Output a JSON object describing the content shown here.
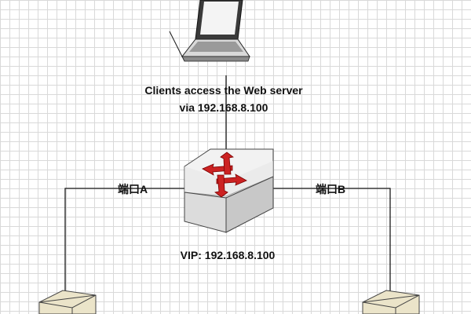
{
  "diagram": {
    "client_caption_line1": "Clients access the Web server",
    "client_caption_line2": "via 192.168.8.100",
    "port_a_label": "端口A",
    "port_b_label": "端口B",
    "vip_label": "VIP: 192.168.8.100",
    "icons": {
      "laptop": "laptop-icon",
      "switch": "network-switch-icon",
      "server_left": "server-icon",
      "server_right": "server-icon"
    },
    "colors": {
      "line": "#1a1a1a",
      "arrow": "#cc2222",
      "switch_face": "#eeeeee"
    }
  }
}
